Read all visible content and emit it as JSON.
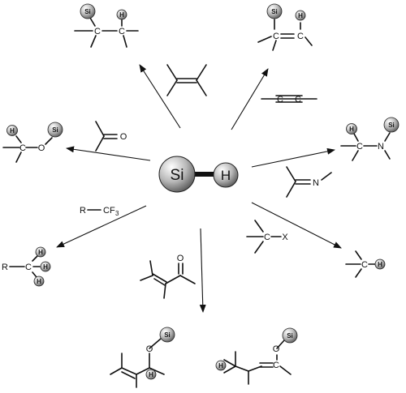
{
  "center": {
    "si": "Si",
    "h": "H"
  },
  "atoms": {
    "si": "Si",
    "h": "H",
    "c": "C",
    "o": "O",
    "n": "N",
    "r": "R",
    "x": "X",
    "f3": "F",
    "sub3": "3"
  }
}
